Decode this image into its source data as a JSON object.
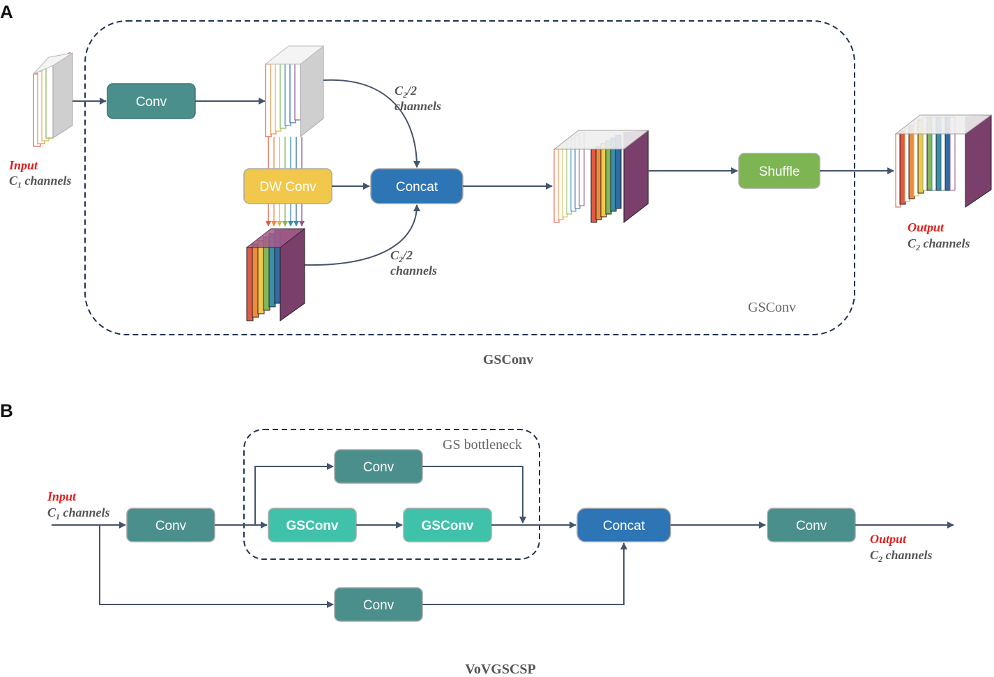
{
  "panel_a": {
    "letter": "A",
    "caption": "GSConv",
    "group_label": "GSConv",
    "input": {
      "title": "Input",
      "sub_prefix": "C",
      "sub_index": "1",
      "sub_suffix": " channels"
    },
    "output": {
      "title": "Output",
      "sub_prefix": "C",
      "sub_index": "2",
      "sub_suffix": " channels"
    },
    "nodes": {
      "conv": "Conv",
      "dw_conv": "DW Conv",
      "concat": "Concat",
      "shuffle": "Shuffle"
    },
    "edge_labels": {
      "top": {
        "prefix": "C",
        "index": "2",
        "suffix": "/2",
        "line2": "channels"
      },
      "bottom": {
        "prefix": "C",
        "index": "2",
        "suffix": "/2",
        "line2": "channels"
      }
    }
  },
  "panel_b": {
    "letter": "B",
    "caption": "VoVGSCSP",
    "group_label": "GS bottleneck",
    "input": {
      "title": "Input",
      "sub_prefix": "C",
      "sub_index": "1",
      "sub_suffix": " channels"
    },
    "output": {
      "title": "Output",
      "sub_prefix": "C",
      "sub_index": "2",
      "sub_suffix": " channels"
    },
    "nodes": {
      "conv_in": "Conv",
      "conv_top": "Conv",
      "gsconv_1": "GSConv",
      "gsconv_2": "GSConv",
      "conv_bottom": "Conv",
      "concat": "Concat",
      "conv_out": "Conv"
    }
  },
  "colors": {
    "conv": "#4a8f8c",
    "gsconv": "#3fc2a9",
    "concat": "#2e75b6",
    "dw_conv": "#f1c84c",
    "shuffle": "#7db553",
    "edge": "#44546a",
    "dashed_border": "#1f3253",
    "red": "#e0201b",
    "rainbow": [
      "#e05a45",
      "#f08a3c",
      "#f1c84c",
      "#84b65a",
      "#3a8fa8",
      "#2f6da4",
      "#7a3f6b"
    ]
  }
}
